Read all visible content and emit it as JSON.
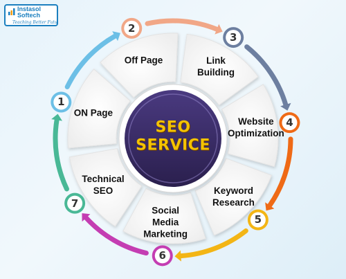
{
  "logo": {
    "name_line1": "Instasol",
    "name_line2": "Softech",
    "tagline": "Teaching Better Futu"
  },
  "center": {
    "line1": "SEO",
    "line2": "SERVICE"
  },
  "steps": [
    {
      "number": "1",
      "label_lines": [
        "ON Page"
      ],
      "color": "#6cbfe6"
    },
    {
      "number": "2",
      "label_lines": [
        "Off Page"
      ],
      "color": "#f1a787"
    },
    {
      "number": "3",
      "label_lines": [
        "Link",
        "Building"
      ],
      "color": "#6d7fa0"
    },
    {
      "number": "4",
      "label_lines": [
        "Website",
        "Optimization"
      ],
      "color": "#ef6a16"
    },
    {
      "number": "5",
      "label_lines": [
        "Keyword",
        "Research"
      ],
      "color": "#f3b515"
    },
    {
      "number": "6",
      "label_lines": [
        "Social",
        "Media",
        "Marketing"
      ],
      "color": "#c43db2"
    },
    {
      "number": "7",
      "label_lines": [
        "Technical",
        "SEO"
      ],
      "color": "#49b896"
    }
  ],
  "colors": {
    "center_fill": "#3a2b66",
    "center_ring": "#ffffff",
    "center_text": "#f4c300",
    "brand": "#1b7fbf"
  }
}
